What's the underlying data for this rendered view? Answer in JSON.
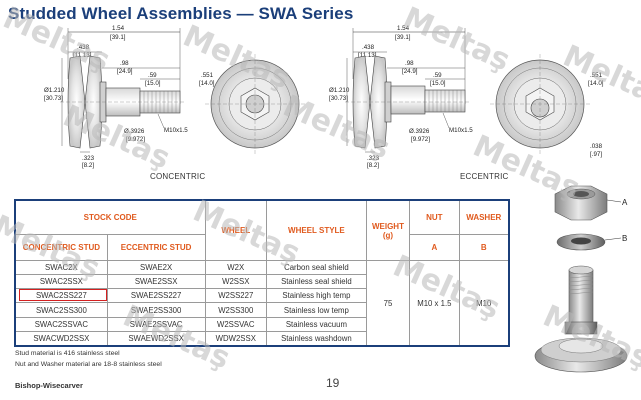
{
  "page": {
    "title": "Studded Wheel Assemblies — SWA Series",
    "page_number": "19",
    "brand": "Bishop-Wisecarver"
  },
  "drawings": {
    "concentric_label": "CONCENTRIC",
    "eccentric_label": "ECCENTRIC",
    "dim_length": "1.54",
    "dim_length_mm": "[39.1]",
    "dim_hub": ".438",
    "dim_hub_mm": "[11.13]",
    "dim_stud": ".98",
    "dim_stud_mm": "[24.9]",
    "dim_thread": ".59",
    "dim_thread_mm": "[15.0]",
    "dim_dia": "Ø1.210",
    "dim_dia_mm": "[30.73]",
    "dim_bore": "Ø.3926",
    "dim_bore_mm": "[9.972]",
    "dim_thread_spec": "M10x1.5",
    "dim_width": ".323",
    "dim_width_mm": "[8.2]",
    "dim_hex": ".551",
    "dim_hex_mm": "[14.0]",
    "dim_offset": ".038",
    "dim_offset_mm": "[.97]"
  },
  "table": {
    "stock_code_header": "STOCK CODE",
    "concentric_header": "CONCENTRIC STUD",
    "eccentric_header": "ECCENTRIC STUD",
    "wheel_header": "WHEEL",
    "wheel_style_header": "WHEEL STYLE",
    "weight_header": "WEIGHT (g)",
    "nut_header": "NUT",
    "washer_header": "WASHER",
    "nut_sub": "A",
    "washer_sub": "B",
    "weight_value": "75",
    "nut_value": "M10 x 1.5",
    "washer_value": "M10",
    "rows": [
      {
        "concentric": "SWAC2X",
        "eccentric": "SWAE2X",
        "wheel": "W2X",
        "style": "Carbon seal shield"
      },
      {
        "concentric": "SWAC2SSX",
        "eccentric": "SWAE2SSX",
        "wheel": "W2SSX",
        "style": "Stainless seal shield"
      },
      {
        "concentric": "SWAC2SS227",
        "eccentric": "SWAE2SS227",
        "wheel": "W2SS227",
        "style": "Stainless high temp"
      },
      {
        "concentric": "SWAC2SS300",
        "eccentric": "SWAE2SS300",
        "wheel": "W2SS300",
        "style": "Stainless low temp"
      },
      {
        "concentric": "SWAC2SSVAC",
        "eccentric": "SWAE2SSVAC",
        "wheel": "W2SSVAC",
        "style": "Stainless vacuum"
      },
      {
        "concentric": "SWACWD2SSX",
        "eccentric": "SWAEWD2SSX",
        "wheel": "WDW2SSX",
        "style": "Stainless washdown"
      }
    ]
  },
  "notes": {
    "line1": "Stud material is 416 stainless steel",
    "line2": "Nut and Washer material are 18-8 stainless steel"
  },
  "assembly": {
    "label_a": "A",
    "label_b": "B"
  },
  "watermark": {
    "text": "Meltaş"
  }
}
